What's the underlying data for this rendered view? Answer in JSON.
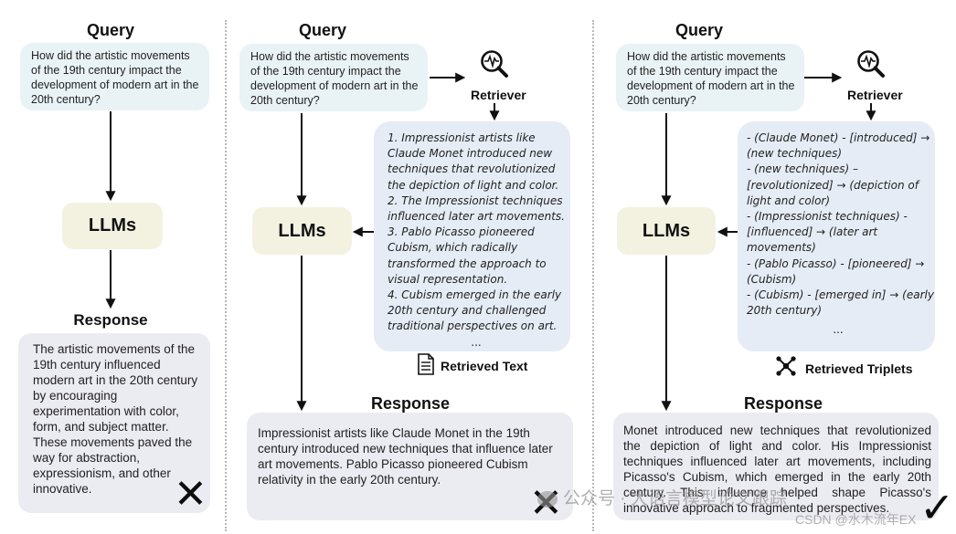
{
  "query_text": "How did the artistic movements of the 19th century impact the development of modern art in the 20th century?",
  "panels": [
    {
      "id": "plain",
      "query_title": "Query",
      "llm_label": "LLMs",
      "response_title": "Response",
      "response_text": "The artistic movements of the 19th century influenced modern art in the 20th century by encouraging experimentation with color, form, and subject matter. These movements paved the way for abstraction, expressionism, and other innovative.",
      "verdict_mark": "✕"
    },
    {
      "id": "text-rag",
      "query_title": "Query",
      "retriever_label": "Retriever",
      "llm_label": "LLMs",
      "context_lines": [
        "1. Impressionist artists like",
        "Claude Monet introduced new",
        "techniques that revolutionized",
        "the depiction of light and color.",
        "2. The Impressionist techniques",
        "influenced later art movements.",
        "3. Pablo Picasso pioneered",
        "Cubism, which radically",
        "transformed the approach to",
        "visual representation.",
        "4. Cubism emerged in the early",
        "20th century and challenged",
        "traditional perspectives on art."
      ],
      "context_ellipsis": "...",
      "context_label": "Retrieved Text",
      "response_title": "Response",
      "response_text": "Impressionist artists like Claude Monet in the 19th century introduced new techniques that influence later art movements. Pablo Picasso pioneered Cubism relativity in the early 20th century.",
      "verdict_mark": "✕"
    },
    {
      "id": "graph-rag",
      "query_title": "Query",
      "retriever_label": "Retriever",
      "llm_label": "LLMs",
      "context_lines": [
        "- (Claude Monet) - [introduced] →",
        "(new techniques)",
        "- (new techniques) –",
        "[revolutionized] → (depiction of",
        "light and color)",
        "- (Impressionist techniques) -",
        "[influenced] → (later art",
        "movements)",
        "- (Pablo Picasso) - [pioneered] →",
        "(Cubism)",
        "- (Cubism) - [emerged in] → (early",
        "20th century)"
      ],
      "context_ellipsis": "...",
      "context_label": "Retrieved Triplets",
      "response_title": "Response",
      "response_text": "Monet introduced new techniques that revolutionized the depiction of light and color. His Impressionist techniques influenced later art movements, including Picasso's Cubism, which emerged in the early 20th century. This influence helped shape Picasso's innovative approach to fragmented perspectives.",
      "verdict_mark": "✓"
    }
  ],
  "watermarks": {
    "wechat": "公众号 · 大语言模型论文跟踪",
    "csdn": "CSDN @水木流年EX"
  }
}
